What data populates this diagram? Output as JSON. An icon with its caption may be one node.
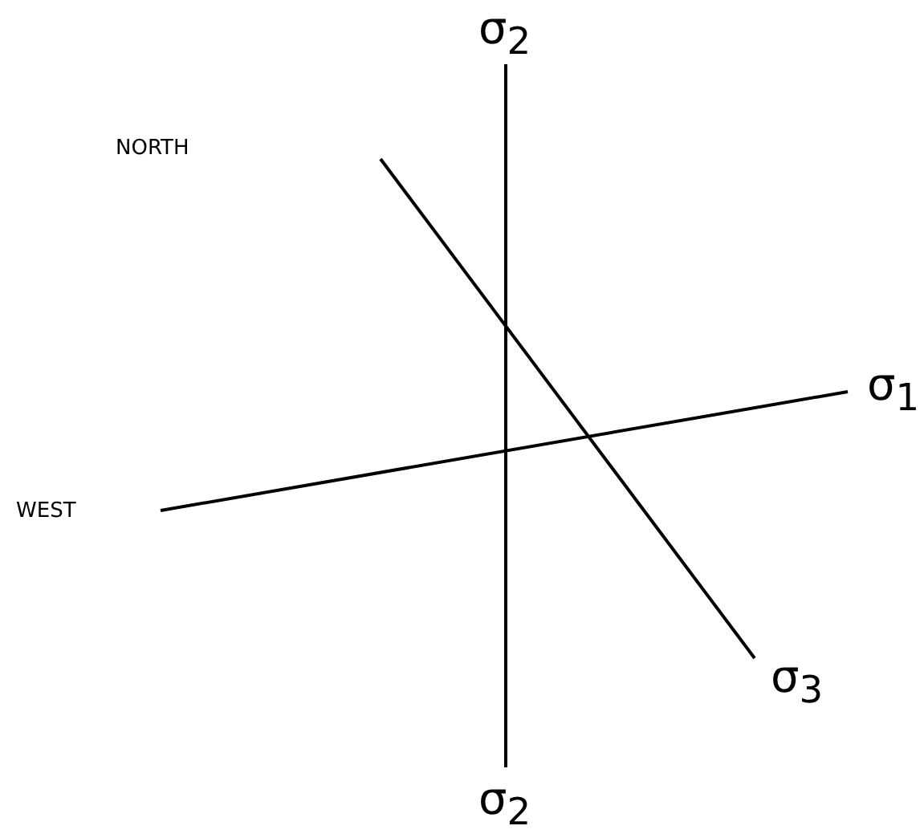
{
  "diagram": {
    "labels": [
      "σ$_{2}$",
      "NORTH",
      "σ$_{1}$",
      "WEST",
      "σ$_{3}$",
      "σ$_{2}$"
    ]
  }
}
